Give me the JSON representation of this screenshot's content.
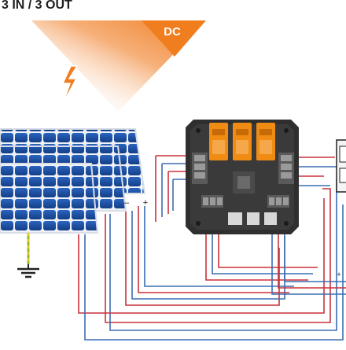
{
  "header": {
    "title": "3 IN / 3 OUT"
  },
  "banner": {
    "label": "DC"
  },
  "polarity": {
    "minus": "–",
    "plus": "+",
    "plus_right": "+"
  },
  "colors": {
    "orange": "#f07d1e",
    "orange_light": "#fbe1c8",
    "wire_red": "#c8323c",
    "wire_blue": "#3c6eb4",
    "panel_blue": "#1f4f9c",
    "housing": "#2f2f2f",
    "relay": "#f08c14",
    "ground_wire": "#9ab828"
  },
  "icons": [
    "lightning-icon",
    "ground-icon",
    "solar-panel-icon",
    "surge-protection-device"
  ]
}
